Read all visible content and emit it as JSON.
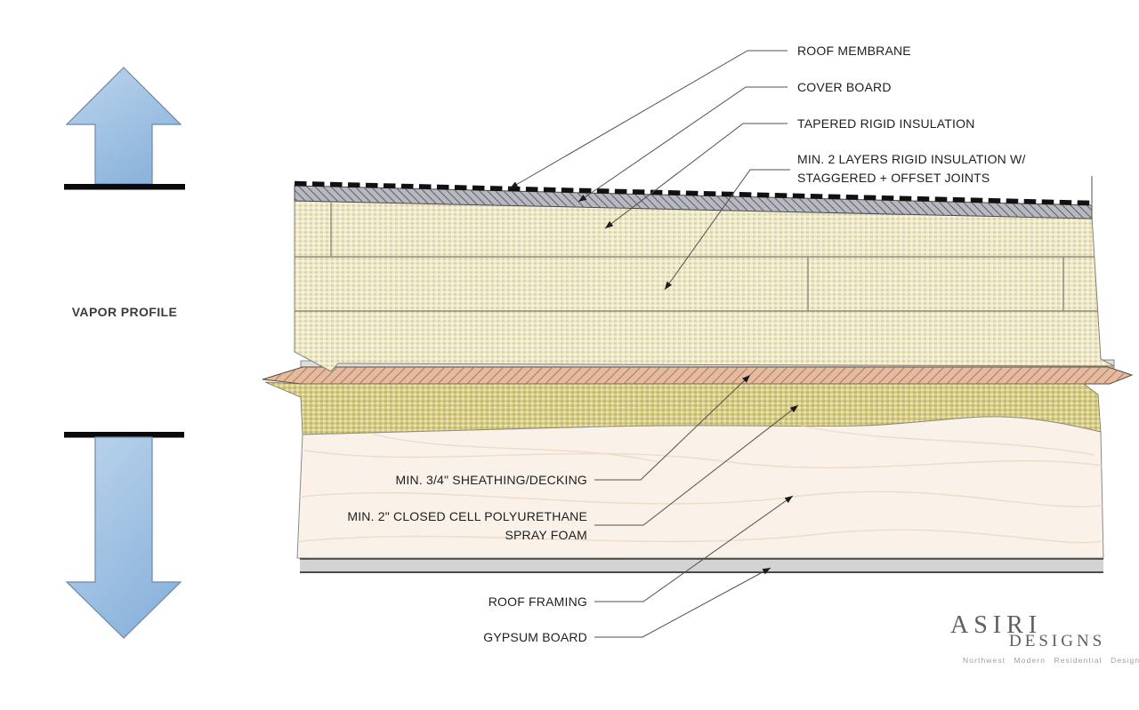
{
  "vapor_profile": {
    "label": "VAPOR PROFILE",
    "up_arrow_icon": "up-arrow",
    "down_arrow_icon": "down-arrow"
  },
  "labels": {
    "roof_membrane": "ROOF MEMBRANE",
    "cover_board": "COVER BOARD",
    "tapered_insulation": "TAPERED RIGID INSULATION",
    "rigid_insulation_line1": "MIN. 2 LAYERS RIGID INSULATION W/",
    "rigid_insulation_line2": "STAGGERED + OFFSET JOINTS",
    "sheathing": "MIN. 3/4\" SHEATHING/DECKING",
    "spray_foam_line1": "MIN. 2\" CLOSED CELL POLYURETHANE",
    "spray_foam_line2": "SPRAY FOAM",
    "roof_framing": "ROOF FRAMING",
    "gypsum_board": "GYPSUM BOARD"
  },
  "logo": {
    "name": "ASIRI",
    "suffix": "DESIGNS",
    "tagline": "Northwest  Modern  Residential  Design"
  },
  "colors": {
    "arrow_blue": "#9dc3e6",
    "membrane_black": "#111111",
    "cover_board_gray": "#b8b8c0",
    "insulation_tan": "#eee9cc",
    "sheathing_pink": "#e7ba9d",
    "spray_foam_olive": "#d6cd8a",
    "condensation_red": "#ed1607",
    "framing_cream": "#faf1e8",
    "gypsum_gray": "#d3d3d3"
  }
}
